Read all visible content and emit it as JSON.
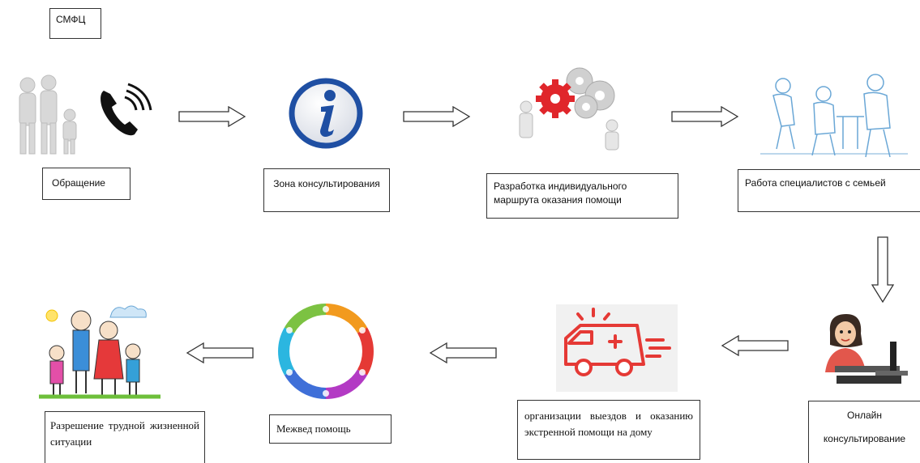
{
  "header": {
    "org_label": "СМФЦ"
  },
  "steps": [
    {
      "label": "Обращение"
    },
    {
      "label": "Зона консультирования"
    },
    {
      "label": "Разработка индивидуального маршрута оказания помощи"
    },
    {
      "label": "Работа специалистов с семьей"
    },
    {
      "label_line1": "Онлайн",
      "label_line2": "консультирование"
    },
    {
      "label": "организации выездов и оказанию экстренной помощи на дому"
    },
    {
      "label": "Межвед помощь"
    },
    {
      "label": "Разрешение трудной жизненной ситуации"
    }
  ],
  "colors": {
    "info_blue": "#1f4fa3",
    "gear_red": "#e0262b",
    "ambulance_red": "#e53935",
    "sketch_blue": "#6aa7d6"
  }
}
